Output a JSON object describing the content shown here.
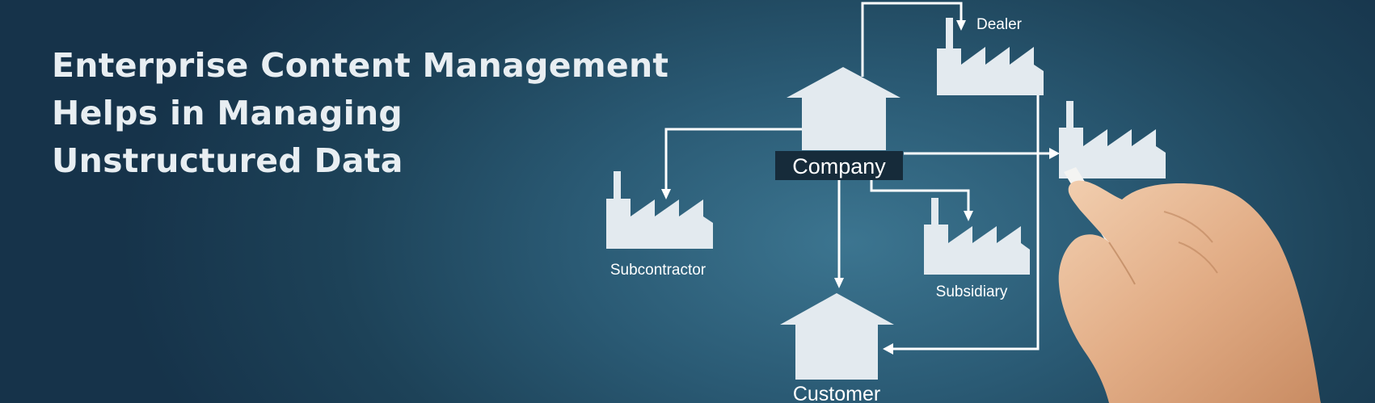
{
  "headline": {
    "line1": "Enterprise Content Management",
    "line2": "Helps in Managing",
    "line3": "Unstructured Data"
  },
  "diagram": {
    "company": "Company",
    "dealer": "Dealer",
    "subcontractor": "Subcontractor",
    "subsidiary": "Subsidiary",
    "customer": "Customer"
  },
  "colors": {
    "background": "#2a5a74",
    "shape_fill": "#e3eaef",
    "label_box": "#162b3a",
    "text": "#ffffff"
  }
}
